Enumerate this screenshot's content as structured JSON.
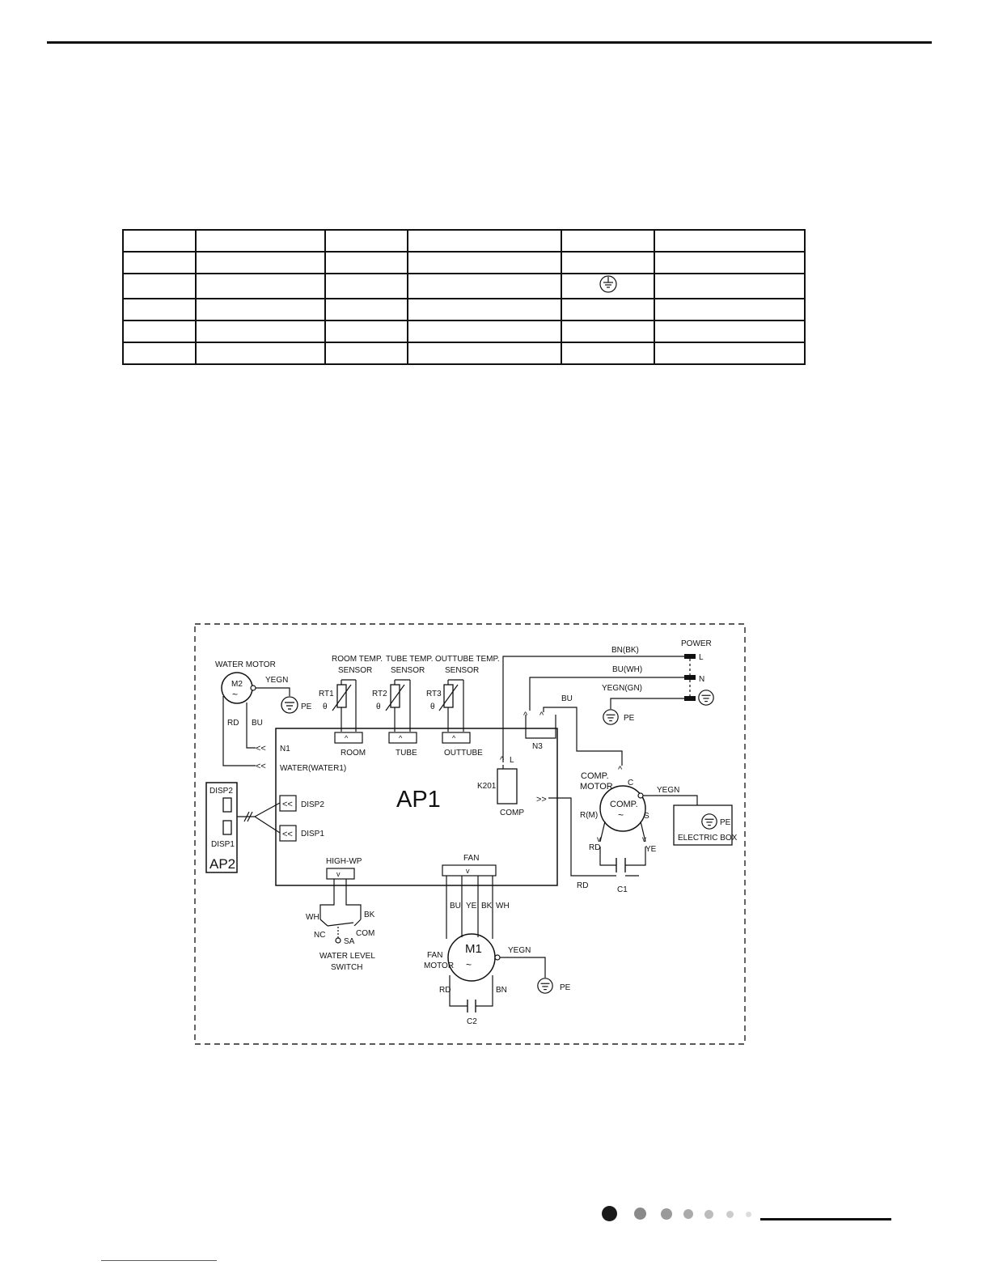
{
  "legend_table": {
    "rows": 6,
    "cols": 6,
    "ground_symbol": "ground-icon"
  },
  "diagram": {
    "main_board": "AP1",
    "display_board": "AP2",
    "water_motor": {
      "label": "WATER MOTOR",
      "id": "M2",
      "yegn": "YEGN",
      "pe": "PE",
      "rd": "RD",
      "bu": "BU"
    },
    "sensors": [
      {
        "label1": "ROOM TEMP.",
        "label2": "SENSOR",
        "id": "RT1",
        "theta": "θ",
        "conn": "ROOM"
      },
      {
        "label1": "TUBE TEMP.",
        "label2": "SENSOR",
        "id": "RT2",
        "theta": "θ",
        "conn": "TUBE"
      },
      {
        "label1": "OUTTUBE TEMP.",
        "label2": "SENSOR",
        "id": "RT3",
        "theta": "θ",
        "conn": "OUTTUBE"
      }
    ],
    "power": {
      "title": "POWER",
      "l": "L",
      "n": "N",
      "bn": "BN(BK)",
      "bu": "BU(WH)",
      "yegn": "YEGN(GN)",
      "pe": "PE"
    },
    "n3": "N3",
    "bu_wire": "BU",
    "n1": "N1",
    "water": "WATER(WATER1)",
    "disp": {
      "disp2": "DISP2",
      "disp1": "DISP1"
    },
    "relay": {
      "l": "L",
      "k201": "K201",
      "comp": "COMP"
    },
    "compressor": {
      "title1": "COMP.",
      "title2": "MOTOR",
      "body": "COMP.",
      "c": "C",
      "r": "R(M)",
      "s": "S",
      "yegn": "YEGN",
      "rd": "RD",
      "ye": "YE",
      "cap": "C1",
      "rd2": "RD"
    },
    "electric_box": {
      "label": "ELECTRIC BOX",
      "pe": "PE"
    },
    "high_wp": "HIGH-WP",
    "water_switch": {
      "wh": "WH",
      "bk": "BK",
      "nc": "NC",
      "com": "COM",
      "sa": "SA",
      "title1": "WATER LEVEL",
      "title2": "SWITCH"
    },
    "fan": {
      "title": "FAN",
      "bu": "BU",
      "ye": "YE",
      "bk": "BK",
      "wh": "WH",
      "motor1": "FAN",
      "motor2": "MOTOR",
      "id": "M1",
      "yegn": "YEGN",
      "pe": "PE",
      "rd": "RD",
      "bn": "BN",
      "cap": "C2"
    }
  },
  "footer": {
    "dot_colors": [
      "#1a1a1a",
      "#8a8a8a",
      "#9a9a9a",
      "#aaaaaa",
      "#bcbcbc",
      "#cccccc",
      "#dddddd"
    ]
  }
}
